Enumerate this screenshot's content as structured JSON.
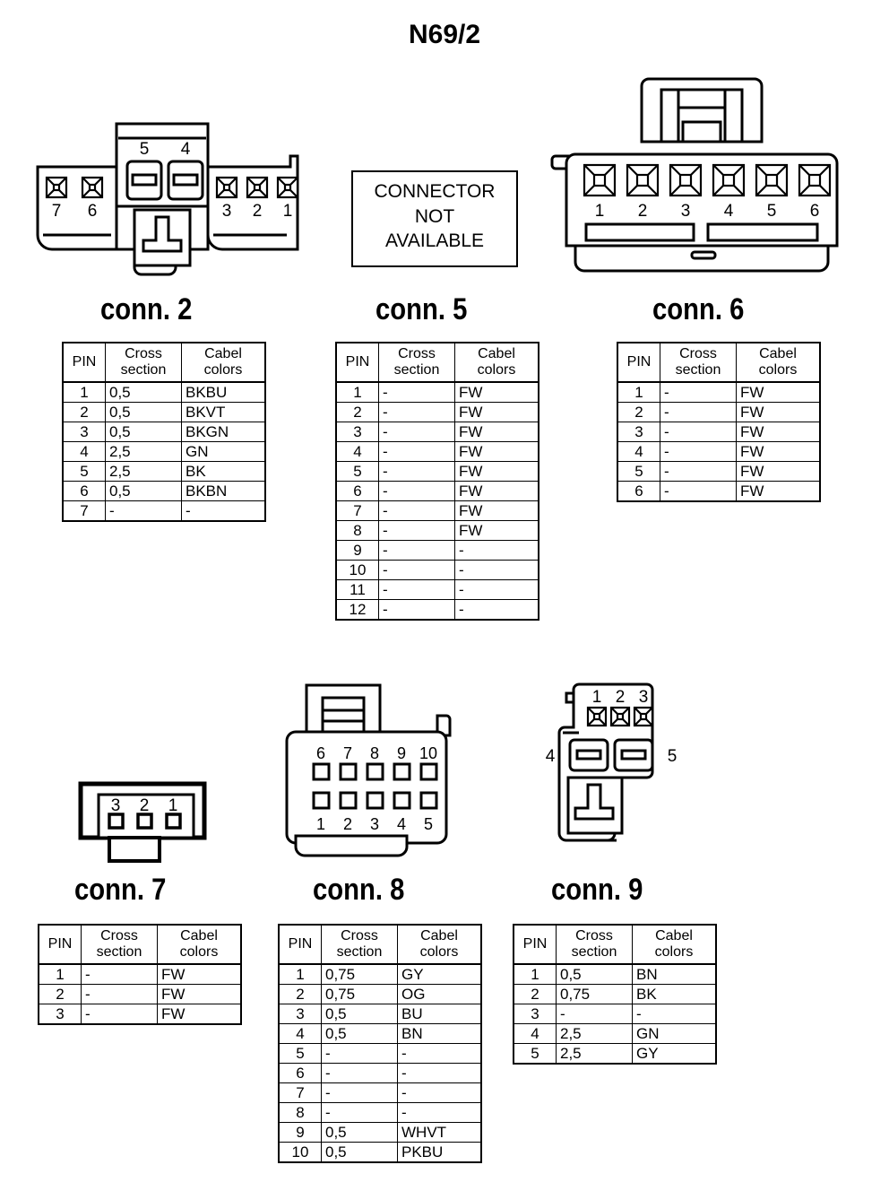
{
  "title": "N69/2",
  "table_headers": {
    "pin": "PIN",
    "cross_section_line1": "Cross",
    "cross_section_line2": "section",
    "cabel_colors_line1": "Cabel",
    "cabel_colors_line2": "colors"
  },
  "not_available_box": {
    "line1": "CONNECTOR",
    "line2": "NOT",
    "line3": "AVAILABLE"
  },
  "connectors": [
    {
      "id": "conn2",
      "label": "conn. 2",
      "pin_markers": [
        "7",
        "6",
        "5",
        "4",
        "3",
        "2",
        "1"
      ],
      "rows": [
        {
          "pin": "1",
          "cross": "0,5",
          "color": "BKBU"
        },
        {
          "pin": "2",
          "cross": "0,5",
          "color": "BKVT"
        },
        {
          "pin": "3",
          "cross": "0,5",
          "color": "BKGN"
        },
        {
          "pin": "4",
          "cross": "2,5",
          "color": "GN"
        },
        {
          "pin": "5",
          "cross": "2,5",
          "color": "BK"
        },
        {
          "pin": "6",
          "cross": "0,5",
          "color": "BKBN"
        },
        {
          "pin": "7",
          "cross": "-",
          "color": "-"
        }
      ]
    },
    {
      "id": "conn5",
      "label": "conn. 5",
      "pin_markers": [],
      "rows": [
        {
          "pin": "1",
          "cross": "-",
          "color": "FW"
        },
        {
          "pin": "2",
          "cross": "-",
          "color": "FW"
        },
        {
          "pin": "3",
          "cross": "-",
          "color": "FW"
        },
        {
          "pin": "4",
          "cross": "-",
          "color": "FW"
        },
        {
          "pin": "5",
          "cross": "-",
          "color": "FW"
        },
        {
          "pin": "6",
          "cross": "-",
          "color": "FW"
        },
        {
          "pin": "7",
          "cross": "-",
          "color": "FW"
        },
        {
          "pin": "8",
          "cross": "-",
          "color": "FW"
        },
        {
          "pin": "9",
          "cross": "-",
          "color": "-"
        },
        {
          "pin": "10",
          "cross": "-",
          "color": "-"
        },
        {
          "pin": "11",
          "cross": "-",
          "color": "-"
        },
        {
          "pin": "12",
          "cross": "-",
          "color": "-"
        }
      ]
    },
    {
      "id": "conn6",
      "label": "conn. 6",
      "pin_markers": [
        "1",
        "2",
        "3",
        "4",
        "5",
        "6"
      ],
      "rows": [
        {
          "pin": "1",
          "cross": "-",
          "color": "FW"
        },
        {
          "pin": "2",
          "cross": "-",
          "color": "FW"
        },
        {
          "pin": "3",
          "cross": "-",
          "color": "FW"
        },
        {
          "pin": "4",
          "cross": "-",
          "color": "FW"
        },
        {
          "pin": "5",
          "cross": "-",
          "color": "FW"
        },
        {
          "pin": "6",
          "cross": "-",
          "color": "FW"
        }
      ]
    },
    {
      "id": "conn7",
      "label": "conn. 7",
      "pin_markers": [
        "3",
        "2",
        "1"
      ],
      "rows": [
        {
          "pin": "1",
          "cross": "-",
          "color": "FW"
        },
        {
          "pin": "2",
          "cross": "-",
          "color": "FW"
        },
        {
          "pin": "3",
          "cross": "-",
          "color": "FW"
        }
      ]
    },
    {
      "id": "conn8",
      "label": "conn. 8",
      "pin_markers_top": [
        "6",
        "7",
        "8",
        "9",
        "10"
      ],
      "pin_markers_bottom": [
        "1",
        "2",
        "3",
        "4",
        "5"
      ],
      "rows": [
        {
          "pin": "1",
          "cross": "0,75",
          "color": "GY"
        },
        {
          "pin": "2",
          "cross": "0,75",
          "color": "OG"
        },
        {
          "pin": "3",
          "cross": "0,5",
          "color": "BU"
        },
        {
          "pin": "4",
          "cross": "0,5",
          "color": "BN"
        },
        {
          "pin": "5",
          "cross": "-",
          "color": "-"
        },
        {
          "pin": "6",
          "cross": "-",
          "color": "-"
        },
        {
          "pin": "7",
          "cross": "-",
          "color": "-"
        },
        {
          "pin": "8",
          "cross": "-",
          "color": "-"
        },
        {
          "pin": "9",
          "cross": "0,5",
          "color": "WHVT"
        },
        {
          "pin": "10",
          "cross": "0,5",
          "color": "PKBU"
        }
      ]
    },
    {
      "id": "conn9",
      "label": "conn. 9",
      "pin_markers_top": [
        "1",
        "2",
        "3"
      ],
      "pin_marker_left": "4",
      "pin_marker_right": "5",
      "rows": [
        {
          "pin": "1",
          "cross": "0,5",
          "color": "BN"
        },
        {
          "pin": "2",
          "cross": "0,75",
          "color": "BK"
        },
        {
          "pin": "3",
          "cross": "-",
          "color": "-"
        },
        {
          "pin": "4",
          "cross": "2,5",
          "color": "GN"
        },
        {
          "pin": "5",
          "cross": "2,5",
          "color": "GY"
        }
      ]
    }
  ]
}
